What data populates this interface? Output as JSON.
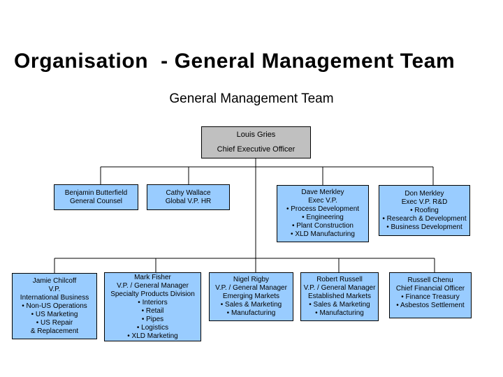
{
  "title": "Organisation  - General Management Team",
  "subtitle": "General Management Team",
  "colors": {
    "background": "#FFFFFF",
    "node_fill": "#99CCFF",
    "ceo_fill": "#C0C0C0",
    "border": "#000000",
    "text": "#000000"
  },
  "org": {
    "ceo": {
      "lines": [
        "Louis Gries",
        "Chief Executive Officer"
      ]
    },
    "level2": [
      {
        "id": "benjamin-butterfield",
        "lines": [
          "Benjamin Butterfield",
          "General Counsel"
        ]
      },
      {
        "id": "cathy-wallace",
        "lines": [
          "Cathy Wallace",
          "Global V.P. HR"
        ]
      },
      {
        "id": "dave-merkley",
        "lines": [
          "Dave Merkley",
          "Exec V.P.",
          "• Process Development",
          "• Engineering",
          "• Plant Construction",
          "• XLD Manufacturing"
        ]
      },
      {
        "id": "don-merkley",
        "lines": [
          "Don Merkley",
          "Exec V.P. R&D",
          "• Roofing",
          "• Research & Development",
          "• Business Development"
        ]
      }
    ],
    "level3": [
      {
        "id": "jamie-chilcoff",
        "lines": [
          "Jamie Chilcoff",
          "V.P.",
          "International Business",
          "• Non-US Operations",
          "• US Marketing",
          "• US Repair",
          "& Replacement"
        ]
      },
      {
        "id": "mark-fisher",
        "lines": [
          "Mark Fisher",
          "V.P. / General Manager",
          "Specialty Products Division",
          "• Interiors",
          "• Retail",
          "• Pipes",
          "• Logistics",
          "• XLD Marketing"
        ]
      },
      {
        "id": "nigel-rigby",
        "lines": [
          "Nigel Rigby",
          "V.P. / General Manager",
          "Emerging Markets",
          "• Sales & Marketing",
          "• Manufacturing"
        ]
      },
      {
        "id": "robert-russell",
        "lines": [
          "Robert Russell",
          "V.P. / General Manager",
          "Established Markets",
          "• Sales & Marketing",
          "• Manufacturing"
        ]
      },
      {
        "id": "russell-chenu",
        "lines": [
          "Russell Chenu",
          "Chief Financial Officer",
          "• Finance Treasury",
          "• Asbestos Settlement"
        ]
      }
    ]
  }
}
